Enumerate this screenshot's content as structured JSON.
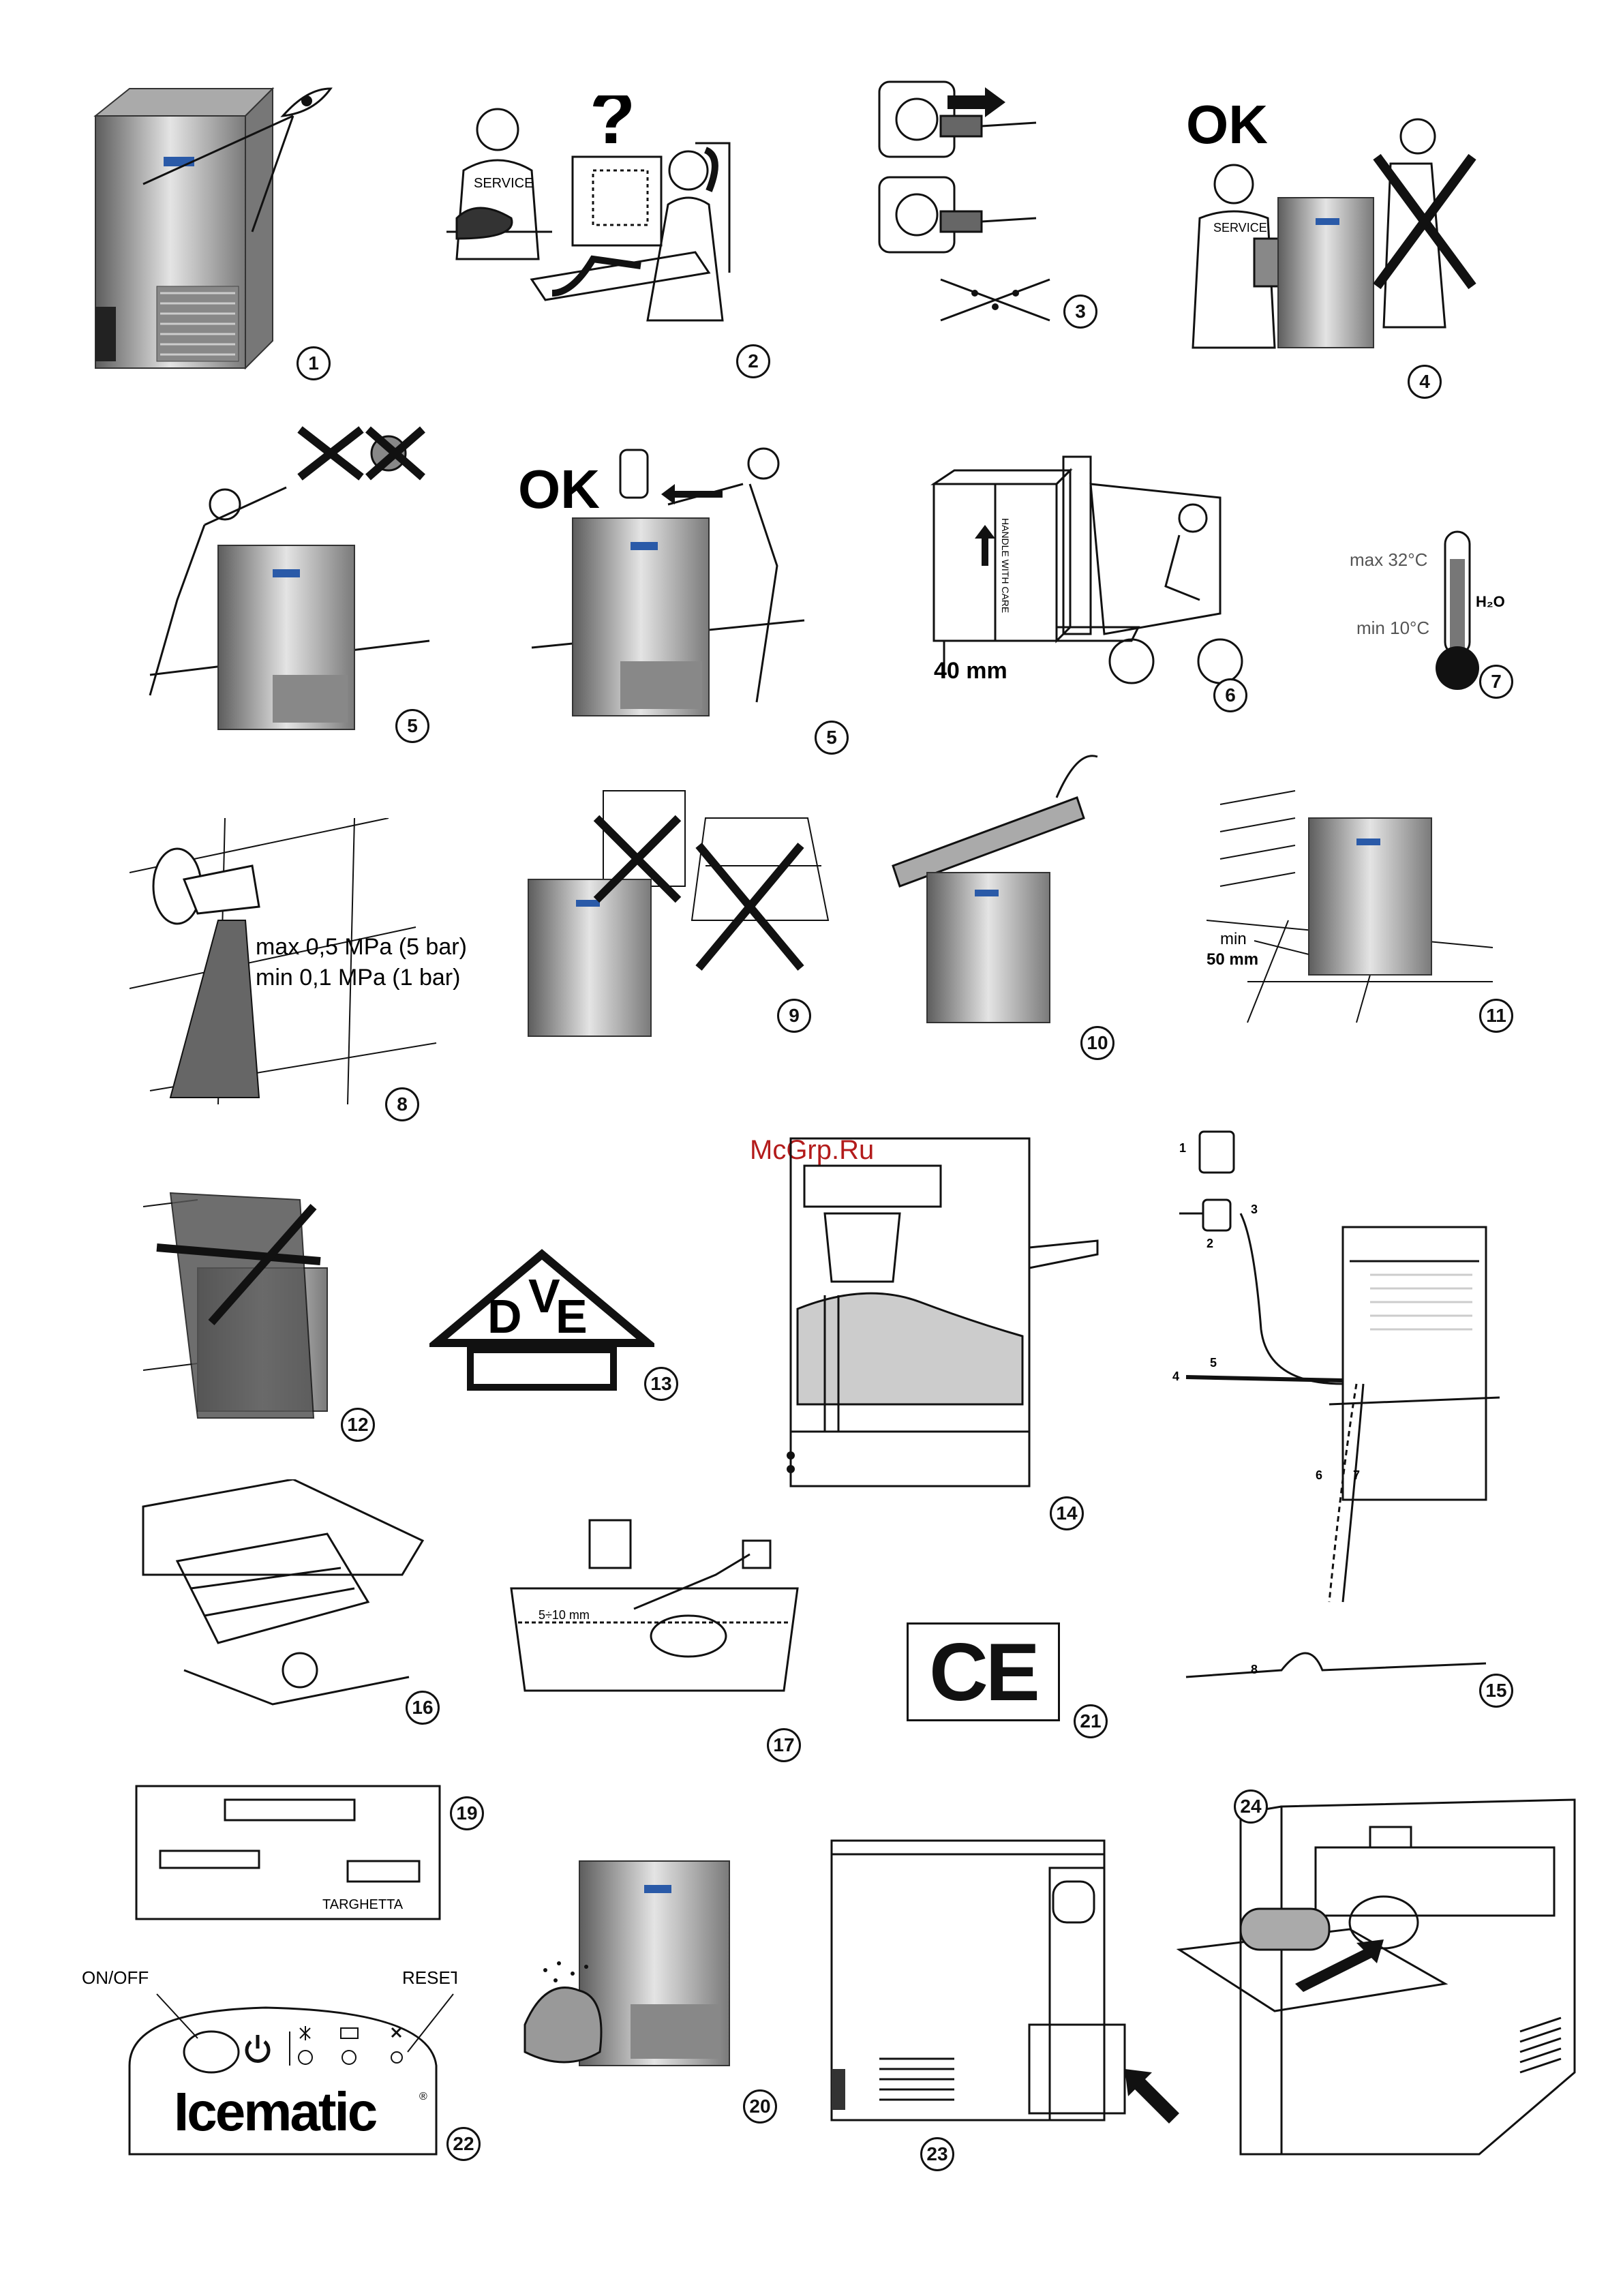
{
  "watermark": "McGrp.Ru",
  "figures": [
    {
      "n": "1"
    },
    {
      "n": "2"
    },
    {
      "n": "3"
    },
    {
      "n": "4"
    },
    {
      "n": "5"
    },
    {
      "n": "5"
    },
    {
      "n": "6"
    },
    {
      "n": "7"
    },
    {
      "n": "8"
    },
    {
      "n": "9"
    },
    {
      "n": "10"
    },
    {
      "n": "11"
    },
    {
      "n": "12"
    },
    {
      "n": "13"
    },
    {
      "n": "14"
    },
    {
      "n": "15"
    },
    {
      "n": "16"
    },
    {
      "n": "17"
    },
    {
      "n": "19"
    },
    {
      "n": "20"
    },
    {
      "n": "21"
    },
    {
      "n": "22"
    },
    {
      "n": "23"
    },
    {
      "n": "24"
    }
  ],
  "fig2": {
    "question": "?",
    "person_label": "SERVICE"
  },
  "fig4": {
    "ok": "OK",
    "person_label": "SERVICE"
  },
  "fig5b": {
    "ok": "OK"
  },
  "fig6": {
    "clearance": "40 mm",
    "crate_label": "HANDLE WITH CARE"
  },
  "fig7": {
    "max": "max 32°C",
    "min": "min 10°C",
    "h2o": "H₂O"
  },
  "fig8": {
    "max": "max 0,5 MPa (5 bar)",
    "min": "min 0,1 MPa (1 bar)"
  },
  "fig11": {
    "min_label": "min",
    "distance": "50 mm"
  },
  "fig13": {
    "letter_v": "V",
    "letter_d": "D",
    "letter_e": "E"
  },
  "fig15": {
    "callouts": [
      "1",
      "2",
      "3",
      "4",
      "5",
      "6",
      "7",
      "8"
    ]
  },
  "fig17": {
    "level": "5÷10 mm"
  },
  "fig19": {
    "plate_label": "TARGHETTA"
  },
  "fig21": {
    "mark": "CE"
  },
  "fig22": {
    "on_off": "ON/OFF",
    "reset": "RESET",
    "brand": "Icematic",
    "brand_reg": "®"
  },
  "machine": {
    "badge": "Icematic"
  },
  "colors": {
    "steel_dark": "#6d6d6d",
    "steel_light": "#d9d9d9",
    "ink": "#111111",
    "badge_blue": "#2a5aa8"
  }
}
